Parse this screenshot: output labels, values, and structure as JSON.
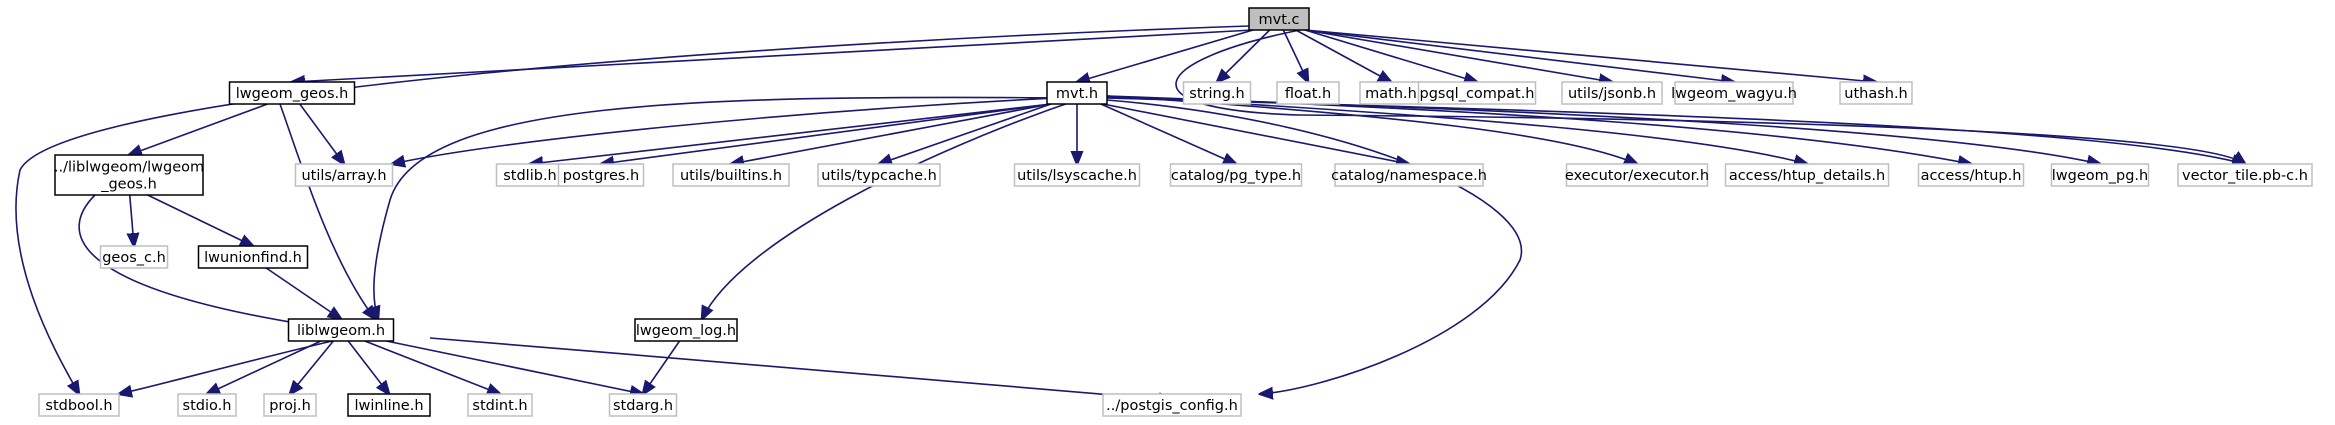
{
  "diagram": {
    "nodes": [
      {
        "id": "mvt_c",
        "label": "mvt.c",
        "kind": "root"
      },
      {
        "id": "lwgeom_geos_h",
        "label": "lwgeom_geos.h",
        "kind": "documented"
      },
      {
        "id": "string_h",
        "label": "string.h",
        "kind": "external"
      },
      {
        "id": "float_h",
        "label": "float.h",
        "kind": "external"
      },
      {
        "id": "math_h",
        "label": "math.h",
        "kind": "external"
      },
      {
        "id": "pgsql_compat_h",
        "label": "pgsql_compat.h",
        "kind": "external"
      },
      {
        "id": "utils_jsonb_h",
        "label": "utils/jsonb.h",
        "kind": "external"
      },
      {
        "id": "lwgeom_wagyu_h",
        "label": "lwgeom_wagyu.h",
        "kind": "external"
      },
      {
        "id": "uthash_h",
        "label": "uthash.h",
        "kind": "external"
      },
      {
        "id": "mvt_h",
        "label": "mvt.h",
        "kind": "documented"
      },
      {
        "id": "liblwgeom_geos_h",
        "label": "../liblwgeom/lwgeom\n_geos.h",
        "kind": "documented"
      },
      {
        "id": "utils_array_h",
        "label": "utils/array.h",
        "kind": "external"
      },
      {
        "id": "stdlib_h",
        "label": "stdlib.h",
        "kind": "external"
      },
      {
        "id": "postgres_h",
        "label": "postgres.h",
        "kind": "external"
      },
      {
        "id": "utils_builtins_h",
        "label": "utils/builtins.h",
        "kind": "external"
      },
      {
        "id": "utils_typcache_h",
        "label": "utils/typcache.h",
        "kind": "external"
      },
      {
        "id": "utils_lsyscache_h",
        "label": "utils/lsyscache.h",
        "kind": "external"
      },
      {
        "id": "catalog_pg_type_h",
        "label": "catalog/pg_type.h",
        "kind": "external"
      },
      {
        "id": "catalog_namespace_h",
        "label": "catalog/namespace.h",
        "kind": "external"
      },
      {
        "id": "executor_executor_h",
        "label": "executor/executor.h",
        "kind": "external"
      },
      {
        "id": "access_htup_details_h",
        "label": "access/htup_details.h",
        "kind": "external"
      },
      {
        "id": "access_htup_h",
        "label": "access/htup.h",
        "kind": "external"
      },
      {
        "id": "lwgeom_pg_h",
        "label": "lwgeom_pg.h",
        "kind": "external"
      },
      {
        "id": "vector_tile_pb_c_h",
        "label": "vector_tile.pb-c.h",
        "kind": "external"
      },
      {
        "id": "geos_c_h",
        "label": "geos_c.h",
        "kind": "external"
      },
      {
        "id": "lwunionfind_h",
        "label": "lwunionfind.h",
        "kind": "documented"
      },
      {
        "id": "liblwgeom_h",
        "label": "liblwgeom.h",
        "kind": "documented"
      },
      {
        "id": "lwgeom_log_h",
        "label": "lwgeom_log.h",
        "kind": "documented"
      },
      {
        "id": "stdbool_h",
        "label": "stdbool.h",
        "kind": "external"
      },
      {
        "id": "stdio_h",
        "label": "stdio.h",
        "kind": "external"
      },
      {
        "id": "proj_h",
        "label": "proj.h",
        "kind": "external"
      },
      {
        "id": "lwinline_h",
        "label": "lwinline.h",
        "kind": "documented"
      },
      {
        "id": "stdint_h",
        "label": "stdint.h",
        "kind": "external"
      },
      {
        "id": "stdarg_h",
        "label": "stdarg.h",
        "kind": "external"
      },
      {
        "id": "postgis_config_h",
        "label": "../postgis_config.h",
        "kind": "external"
      }
    ],
    "edges": [
      {
        "from": "mvt_c",
        "to": "lwgeom_geos_h"
      },
      {
        "from": "mvt_c",
        "to": "stdbool_h"
      },
      {
        "from": "mvt_c",
        "to": "mvt_h"
      },
      {
        "from": "mvt_c",
        "to": "string_h"
      },
      {
        "from": "mvt_c",
        "to": "float_h"
      },
      {
        "from": "mvt_c",
        "to": "math_h"
      },
      {
        "from": "mvt_c",
        "to": "pgsql_compat_h"
      },
      {
        "from": "mvt_c",
        "to": "utils_jsonb_h"
      },
      {
        "from": "mvt_c",
        "to": "lwgeom_wagyu_h"
      },
      {
        "from": "mvt_c",
        "to": "uthash_h"
      },
      {
        "from": "mvt_c",
        "to": "vector_tile_pb_c_h"
      },
      {
        "from": "lwgeom_geos_h",
        "to": "liblwgeom_geos_h"
      },
      {
        "from": "lwgeom_geos_h",
        "to": "utils_array_h"
      },
      {
        "from": "lwgeom_geos_h",
        "to": "liblwgeom_h"
      },
      {
        "from": "liblwgeom_geos_h",
        "to": "geos_c_h"
      },
      {
        "from": "liblwgeom_geos_h",
        "to": "lwunionfind_h"
      },
      {
        "from": "liblwgeom_geos_h",
        "to": "liblwgeom_h"
      },
      {
        "from": "lwunionfind_h",
        "to": "liblwgeom_h"
      },
      {
        "from": "mvt_h",
        "to": "utils_array_h"
      },
      {
        "from": "mvt_h",
        "to": "stdlib_h"
      },
      {
        "from": "mvt_h",
        "to": "postgres_h"
      },
      {
        "from": "mvt_h",
        "to": "utils_builtins_h"
      },
      {
        "from": "mvt_h",
        "to": "utils_typcache_h"
      },
      {
        "from": "mvt_h",
        "to": "utils_lsyscache_h"
      },
      {
        "from": "mvt_h",
        "to": "catalog_pg_type_h"
      },
      {
        "from": "mvt_h",
        "to": "catalog_namespace_h"
      },
      {
        "from": "mvt_h",
        "to": "executor_executor_h"
      },
      {
        "from": "mvt_h",
        "to": "access_htup_details_h"
      },
      {
        "from": "mvt_h",
        "to": "access_htup_h"
      },
      {
        "from": "mvt_h",
        "to": "lwgeom_pg_h"
      },
      {
        "from": "mvt_h",
        "to": "vector_tile_pb_c_h"
      },
      {
        "from": "mvt_h",
        "to": "liblwgeom_h"
      },
      {
        "from": "mvt_h",
        "to": "lwgeom_log_h"
      },
      {
        "from": "mvt_h",
        "to": "postgis_config_h"
      },
      {
        "from": "liblwgeom_h",
        "to": "stdbool_h"
      },
      {
        "from": "liblwgeom_h",
        "to": "stdio_h"
      },
      {
        "from": "liblwgeom_h",
        "to": "proj_h"
      },
      {
        "from": "liblwgeom_h",
        "to": "lwinline_h"
      },
      {
        "from": "liblwgeom_h",
        "to": "stdint_h"
      },
      {
        "from": "liblwgeom_h",
        "to": "stdarg_h"
      },
      {
        "from": "liblwgeom_h",
        "to": "postgis_config_h"
      },
      {
        "from": "lwgeom_log_h",
        "to": "stdarg_h"
      }
    ]
  },
  "colors": {
    "edge": "#191970",
    "external_border": "#bfbfbf",
    "documented_border": "#000000",
    "root_fill": "#bfbfbf"
  }
}
